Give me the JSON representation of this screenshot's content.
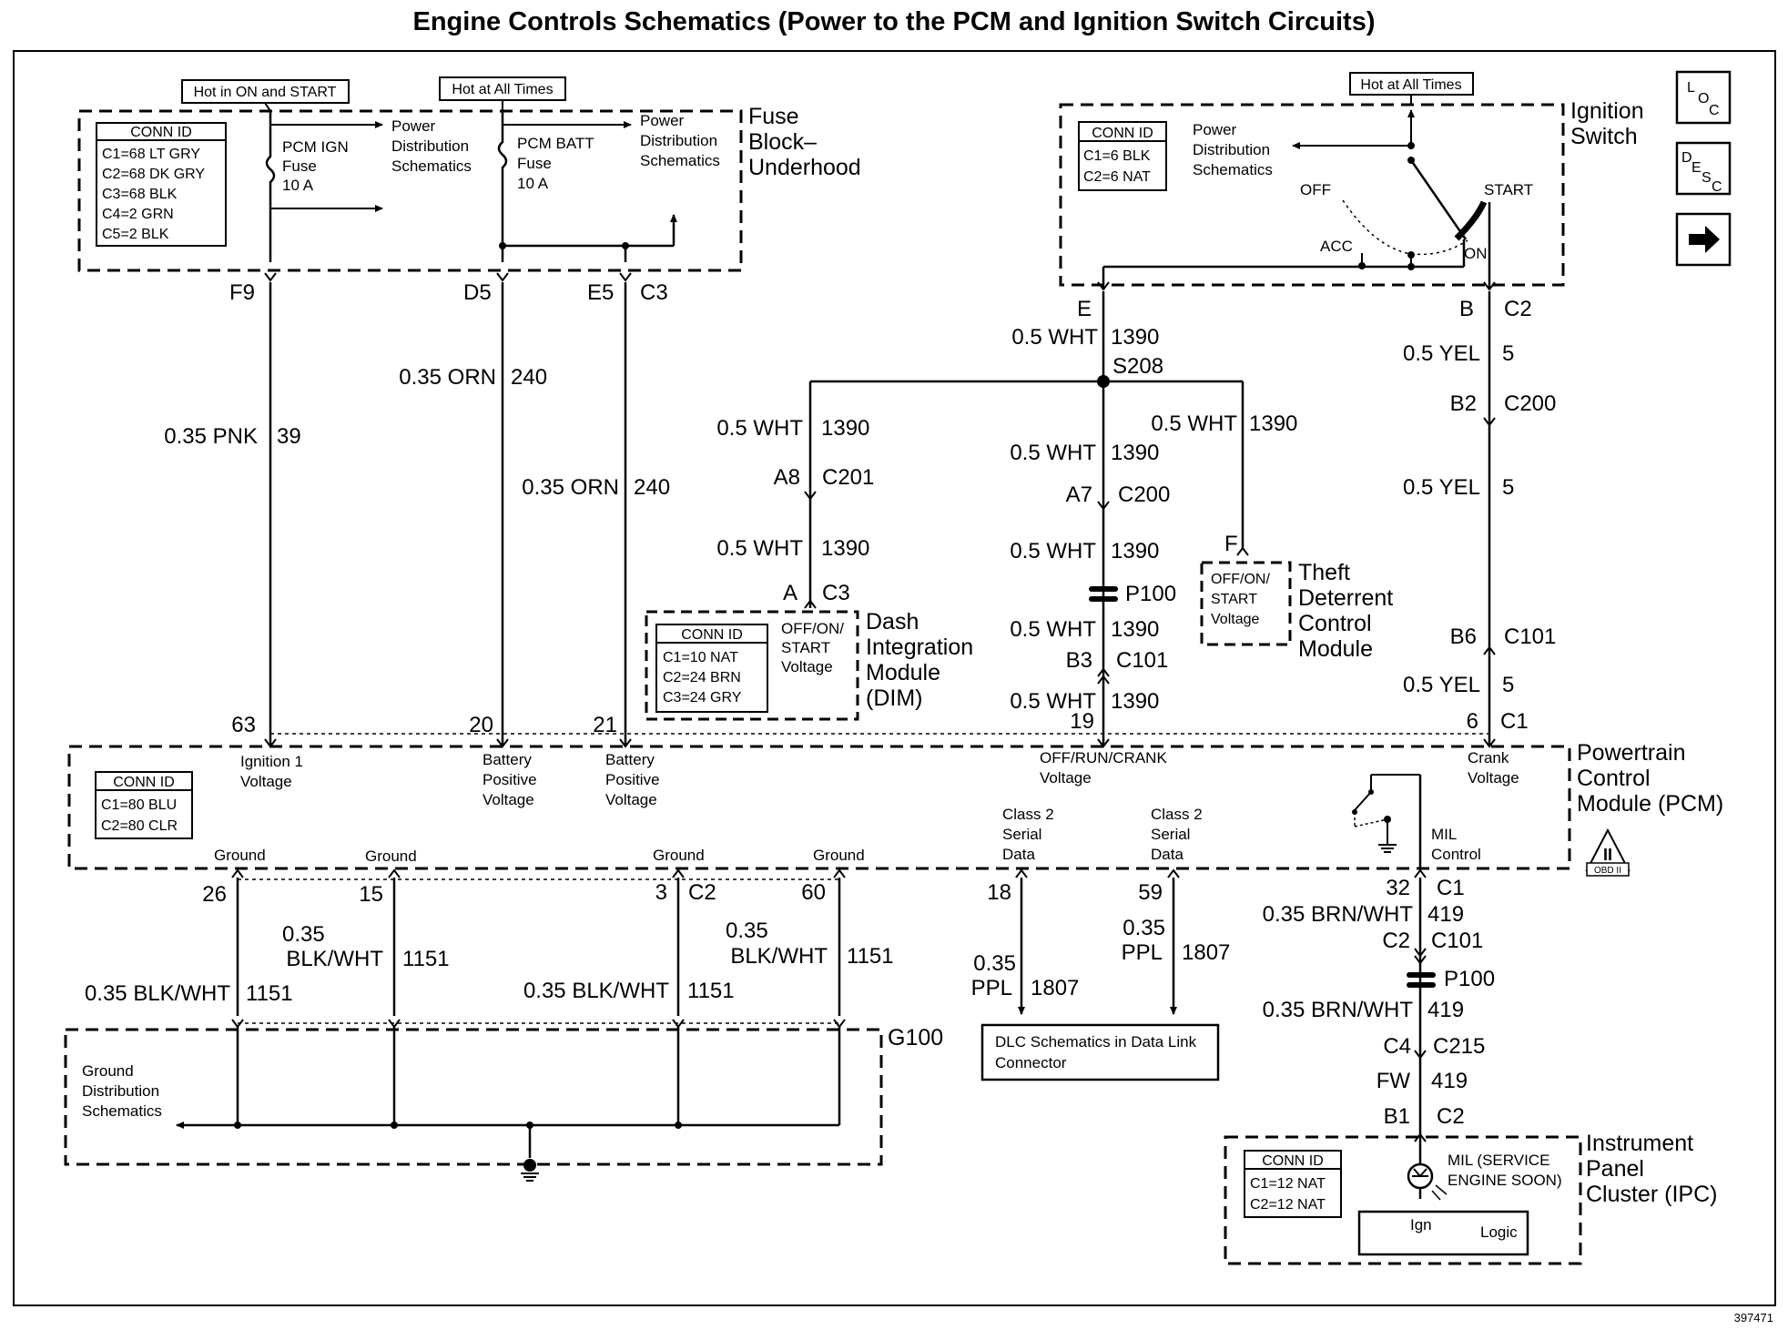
{
  "title": "Engine Controls Schematics (Power to the PCM and Ignition Switch Circuits)",
  "figure_number": "397471",
  "nav": {
    "loc_l": "L",
    "loc_o": "O",
    "loc_c": "C",
    "desc_d": "D",
    "desc_e": "E",
    "desc_s": "S",
    "desc_c": "C"
  },
  "fuse_block": {
    "hot_on_start": "Hot in ON and START",
    "hot_all_times": "Hot at All Times",
    "title": [
      "Fuse",
      "Block–",
      "Underhood"
    ],
    "conn": [
      "CONN ID",
      "C1=68 LT GRY",
      "C2=68 DK GRY",
      "C3=68 BLK",
      "C4=2 GRN",
      "C5=2 BLK"
    ],
    "pcm_ign_fuse": [
      "PCM IGN",
      "Fuse",
      "10 A"
    ],
    "pcm_batt_fuse": [
      "PCM BATT",
      "Fuse",
      "10 A"
    ],
    "power_dist_1": [
      "Power",
      "Distribution",
      "Schematics"
    ],
    "power_dist_2": [
      "Power",
      "Distribution",
      "Schematics"
    ]
  },
  "ignition_switch": {
    "hot_all_times": "Hot at All Times",
    "title": [
      "Ignition",
      "Switch"
    ],
    "conn": [
      "CONN ID",
      "C1=6 BLK",
      "C2=6 NAT"
    ],
    "power_dist": [
      "Power",
      "Distribution",
      "Schematics"
    ],
    "off": "OFF",
    "start": "START",
    "acc": "ACC",
    "on": "ON"
  },
  "pins_top": {
    "f9": "F9",
    "d5": "D5",
    "e5": "E5",
    "c3": "C3",
    "e": "E",
    "b": "B",
    "c2": "C2"
  },
  "wires_left": {
    "pnk": "0.35 PNK",
    "pnk_num": "39",
    "orn1": "0.35 ORN",
    "orn1_num": "240",
    "orn2": "0.35 ORN",
    "orn2_num": "240"
  },
  "center": {
    "wht": "0.5 WHT",
    "wht_num": "1390",
    "s208": "S208",
    "a8": "A8",
    "c201": "C201",
    "a": "A",
    "c3": "C3",
    "a7": "A7",
    "c200": "C200",
    "p100": "P100",
    "b3": "B3",
    "c101": "C101",
    "pin19": "19",
    "f": "F"
  },
  "right": {
    "yel": "0.5 YEL",
    "yel_num": "5",
    "b2": "B2",
    "c200": "C200",
    "b6": "B6",
    "c101": "C101",
    "pin6": "6",
    "c1": "C1"
  },
  "dim": {
    "conn": [
      "CONN ID",
      "C1=10 NAT",
      "C2=24 BRN",
      "C3=24 GRY"
    ],
    "voltage": [
      "OFF/ON/",
      "START",
      "Voltage"
    ],
    "title": [
      "Dash",
      "Integration",
      "Module",
      "(DIM)"
    ]
  },
  "theft": {
    "voltage": [
      "OFF/ON/",
      "START",
      "Voltage"
    ],
    "title": [
      "Theft",
      "Deterrent",
      "Control",
      "Module"
    ]
  },
  "pcm": {
    "title": [
      "Powertrain",
      "Control",
      "Module (PCM)"
    ],
    "conn": [
      "CONN ID",
      "C1=80 BLU",
      "C2=80 CLR"
    ],
    "pin63": "63",
    "pin20": "20",
    "pin21": "21",
    "ign1": [
      "Ignition 1",
      "Voltage"
    ],
    "batt1": [
      "Battery",
      "Positive",
      "Voltage"
    ],
    "batt2": [
      "Battery",
      "Positive",
      "Voltage"
    ],
    "offrun": [
      "OFF/RUN/CRANK",
      "Voltage"
    ],
    "crank": [
      "Crank",
      "Voltage"
    ],
    "class2a": [
      "Class 2",
      "Serial",
      "Data"
    ],
    "class2b": [
      "Class 2",
      "Serial",
      "Data"
    ],
    "mil_control": [
      "MIL",
      "Control"
    ],
    "ground": "Ground",
    "obd_ii": "II",
    "obd_label": "OBD II"
  },
  "bottom": {
    "pin26": "26",
    "pin15": "15",
    "pin3": "3",
    "c2": "C2",
    "pin60": "60",
    "pin18": "18",
    "pin59": "59",
    "pin32": "32",
    "c1": "C1",
    "blkwht": "0.35 BLK/WHT",
    "blk_num": "1151",
    "blk_split_a": "0.35",
    "blk_split_b": "BLK/WHT",
    "ppl_a": "0.35",
    "ppl_b": "PPL",
    "ppl_num": "1807",
    "brnwht": "0.35 BRN/WHT",
    "brn_num": "419",
    "c101": "C101",
    "p100": "P100",
    "c4": "C4",
    "c215": "C215",
    "fw": "FW",
    "b1": "B1"
  },
  "g100": {
    "label": "G100",
    "ground_dist": [
      "Ground",
      "Distribution",
      "Schematics"
    ]
  },
  "dlc": [
    "DLC Schematics in Data Link",
    "Connector"
  ],
  "ipc": {
    "title": [
      "Instrument",
      "Panel",
      "Cluster (IPC)"
    ],
    "conn": [
      "CONN ID",
      "C1=12 NAT",
      "C2=12 NAT"
    ],
    "mil": [
      "MIL (SERVICE",
      "ENGINE SOON)"
    ],
    "ign": "Ign",
    "logic": "Logic"
  }
}
